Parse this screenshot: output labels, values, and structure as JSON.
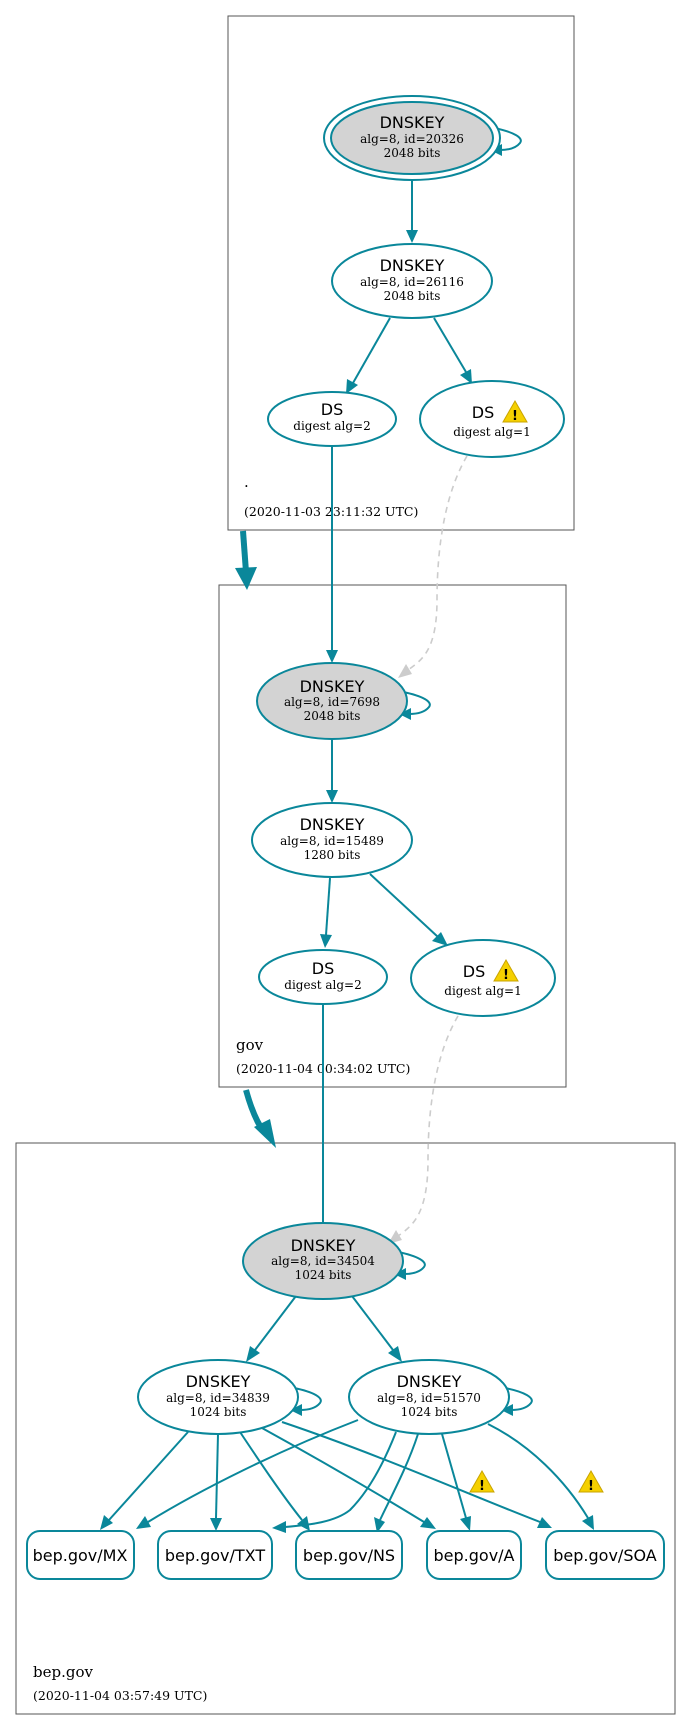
{
  "zones": [
    {
      "id": "root",
      "name": ".",
      "timestamp": "(2020-11-03 23:11:32 UTC)"
    },
    {
      "id": "gov",
      "name": "gov",
      "timestamp": "(2020-11-04 00:34:02 UTC)"
    },
    {
      "id": "bep",
      "name": "bep.gov",
      "timestamp": "(2020-11-04 03:57:49 UTC)"
    }
  ],
  "nodes": {
    "root_ksk": {
      "type": "DNSKEY",
      "line1": "alg=8, id=20326",
      "line2": "2048 bits"
    },
    "root_zsk": {
      "type": "DNSKEY",
      "line1": "alg=8, id=26116",
      "line2": "2048 bits"
    },
    "root_ds2": {
      "type": "DS",
      "line1": "digest alg=2"
    },
    "root_ds1": {
      "type": "DS",
      "line1": "digest alg=1"
    },
    "gov_ksk": {
      "type": "DNSKEY",
      "line1": "alg=8, id=7698",
      "line2": "2048 bits"
    },
    "gov_zsk": {
      "type": "DNSKEY",
      "line1": "alg=8, id=15489",
      "line2": "1280 bits"
    },
    "gov_ds2": {
      "type": "DS",
      "line1": "digest alg=2"
    },
    "gov_ds1": {
      "type": "DS",
      "line1": "digest alg=1"
    },
    "bep_ksk": {
      "type": "DNSKEY",
      "line1": "alg=8, id=34504",
      "line2": "1024 bits"
    },
    "bep_zsk1": {
      "type": "DNSKEY",
      "line1": "alg=8, id=34839",
      "line2": "1024 bits"
    },
    "bep_zsk2": {
      "type": "DNSKEY",
      "line1": "alg=8, id=51570",
      "line2": "1024 bits"
    }
  },
  "rrsets": [
    "bep.gov/MX",
    "bep.gov/TXT",
    "bep.gov/NS",
    "bep.gov/A",
    "bep.gov/SOA"
  ],
  "colors": {
    "edge": "#0a879a",
    "insecure_edge": "#cccccc",
    "sep_fill": "#d3d3d3",
    "warning": "#f5d000"
  },
  "icons": [
    "warning-icon"
  ]
}
